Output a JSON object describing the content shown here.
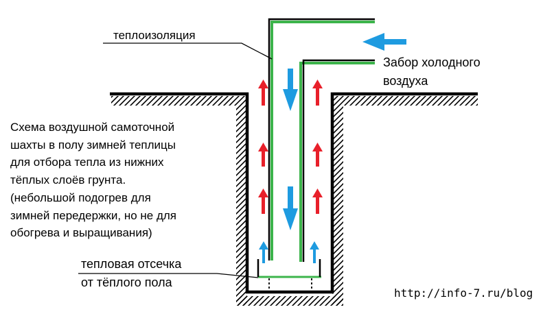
{
  "labels": {
    "insulation": "теплоизоляция",
    "intake_line1": "Забор холодного",
    "intake_line2": "воздуха",
    "description": [
      "Схема воздушной самоточной",
      "шахты в полу зимней теплицы",
      "для отбора тепла из нижних",
      "тёплых слоёв грунта.",
      "(небольшой подогрев для",
      "зимней передержки, но не для",
      "обогрева и выращивания)"
    ],
    "cutoff_line1": "тепловая отсечка",
    "cutoff_line2": "от тёплого пола",
    "url": "http://info-7.ru/blog"
  },
  "colors": {
    "outline": "#000000",
    "insulation": "#3cb44b",
    "cold_air_arrow": "#1e9be0",
    "warm_air_arrow": "#e8202a"
  }
}
